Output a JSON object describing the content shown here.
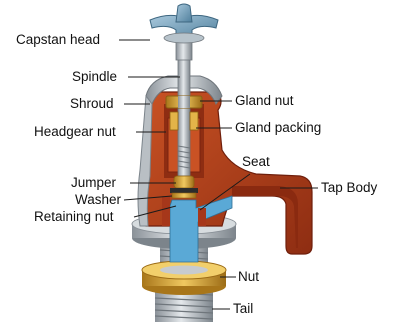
{
  "labels": {
    "capstan_head": "Capstan head",
    "spindle": "Spindle",
    "shroud": "Shroud",
    "headgear_nut": "Headgear nut",
    "jumper": "Jumper",
    "washer": "Washer",
    "retaining_nut": "Retaining nut",
    "gland_nut": "Gland nut",
    "gland_packing": "Gland packing",
    "seat": "Seat",
    "tap_body": "Tap Body",
    "nut": "Nut",
    "tail": "Tail"
  },
  "colors": {
    "body_red": "#b8401e",
    "body_dark": "#7a2410",
    "metal": "#c8cdd2",
    "metal_dark": "#7f868d",
    "capstan_blue": "#7fa9c4",
    "brass": "#d9a73a",
    "water_blue": "#5aa9d6",
    "inner_red": "#a6371a"
  }
}
